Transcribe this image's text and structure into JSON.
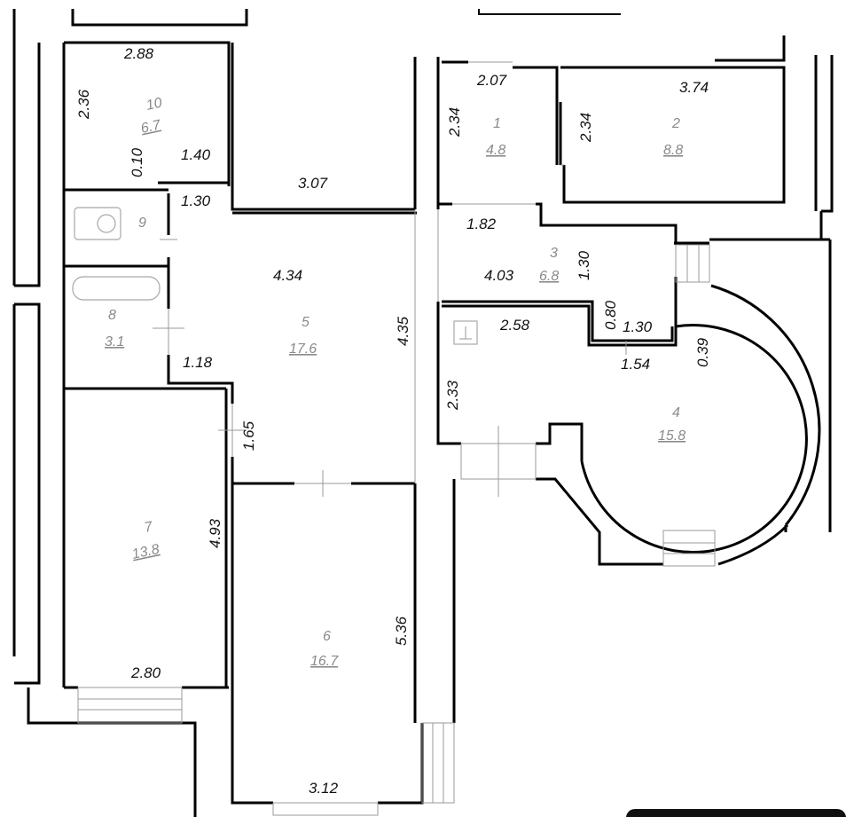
{
  "rooms": [
    {
      "id": "1",
      "number": "1",
      "area": "4.8"
    },
    {
      "id": "2",
      "number": "2",
      "area": "8.8"
    },
    {
      "id": "3",
      "number": "3",
      "area": "6.8"
    },
    {
      "id": "4",
      "number": "4",
      "area": "15.8"
    },
    {
      "id": "5",
      "number": "5",
      "area": "17.6"
    },
    {
      "id": "6",
      "number": "6",
      "area": "16.7"
    },
    {
      "id": "7",
      "number": "7",
      "area": "13.8"
    },
    {
      "id": "8",
      "number": "8",
      "area": "3.1"
    },
    {
      "id": "9",
      "number": "9",
      "area": ""
    },
    {
      "id": "10",
      "number": "10",
      "area": "6.7"
    }
  ],
  "dimensions": {
    "d_2_88": "2.88",
    "d_2_36": "2.36",
    "d_0_10": "0.10",
    "d_1_40": "1.40",
    "d_1_30_a": "1.30",
    "d_3_07": "3.07",
    "d_2_07": "2.07",
    "d_2_34_a": "2.34",
    "d_2_34_b": "2.34",
    "d_3_74": "3.74",
    "d_1_82": "1.82",
    "d_4_34": "4.34",
    "d_4_03": "4.03",
    "d_1_30_b": "1.30",
    "d_4_35": "4.35",
    "d_0_80": "0.80",
    "d_2_58": "2.58",
    "d_1_30_c": "1.30",
    "d_0_39": "0.39",
    "d_1_54": "1.54",
    "d_1_18": "1.18",
    "d_2_33": "2.33",
    "d_1_65": "1.65",
    "d_4_93": "4.93",
    "d_5_36": "5.36",
    "d_2_80": "2.80",
    "d_3_12": "3.12"
  }
}
